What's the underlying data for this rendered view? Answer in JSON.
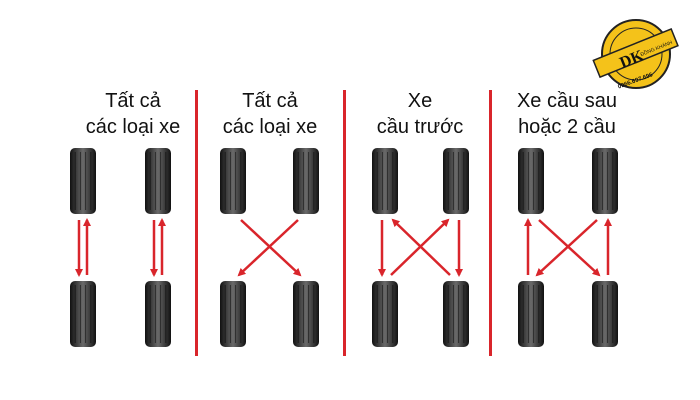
{
  "panels": [
    {
      "title_line1": "Tất cả",
      "title_line2": "các loại xe",
      "pattern": "straight"
    },
    {
      "title_line1": "Tất cả",
      "title_line2": "các loại xe",
      "pattern": "x-cross"
    },
    {
      "title_line1": "Xe",
      "title_line2": "cầu trước",
      "pattern": "forward-cross"
    },
    {
      "title_line1": "Xe cầu sau",
      "title_line2": "hoặc 2 cầu",
      "pattern": "rearward-cross"
    }
  ],
  "logo": {
    "initials": "DK",
    "name": "ẮC QUY ĐỒNG KHÁNH",
    "site": "ACQUYDONGKHANH.VN",
    "phone": "0966.697.696"
  },
  "colors": {
    "arrow": "#d9252b",
    "divider": "#d9252b",
    "tire": "#2a2a2a"
  }
}
